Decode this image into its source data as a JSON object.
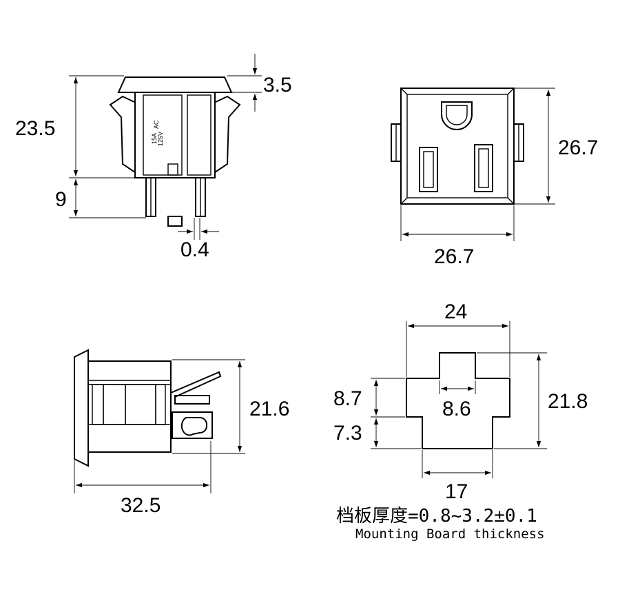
{
  "dimensions": {
    "side_total_height": "23.5",
    "flange_thickness": "3.5",
    "pin_length": "9",
    "pin_thickness": "0.4",
    "front_height": "26.7",
    "front_width": "26.7",
    "body_height": "21.6",
    "body_length": "32.5",
    "cutout_width": "24",
    "cutout_height": "21.8",
    "cutout_upper_step": "8.7",
    "cutout_lower_step": "7.3",
    "cutout_inner_width": "8.6",
    "cutout_bottom_width": "17"
  },
  "rating_label": {
    "line1": "15A",
    "line2": "125V",
    "line3": "AC"
  },
  "notes": {
    "board_thickness_cn": "档板厚度=0.8~3.2±0.1",
    "board_thickness_en": "Mounting Board thickness"
  }
}
